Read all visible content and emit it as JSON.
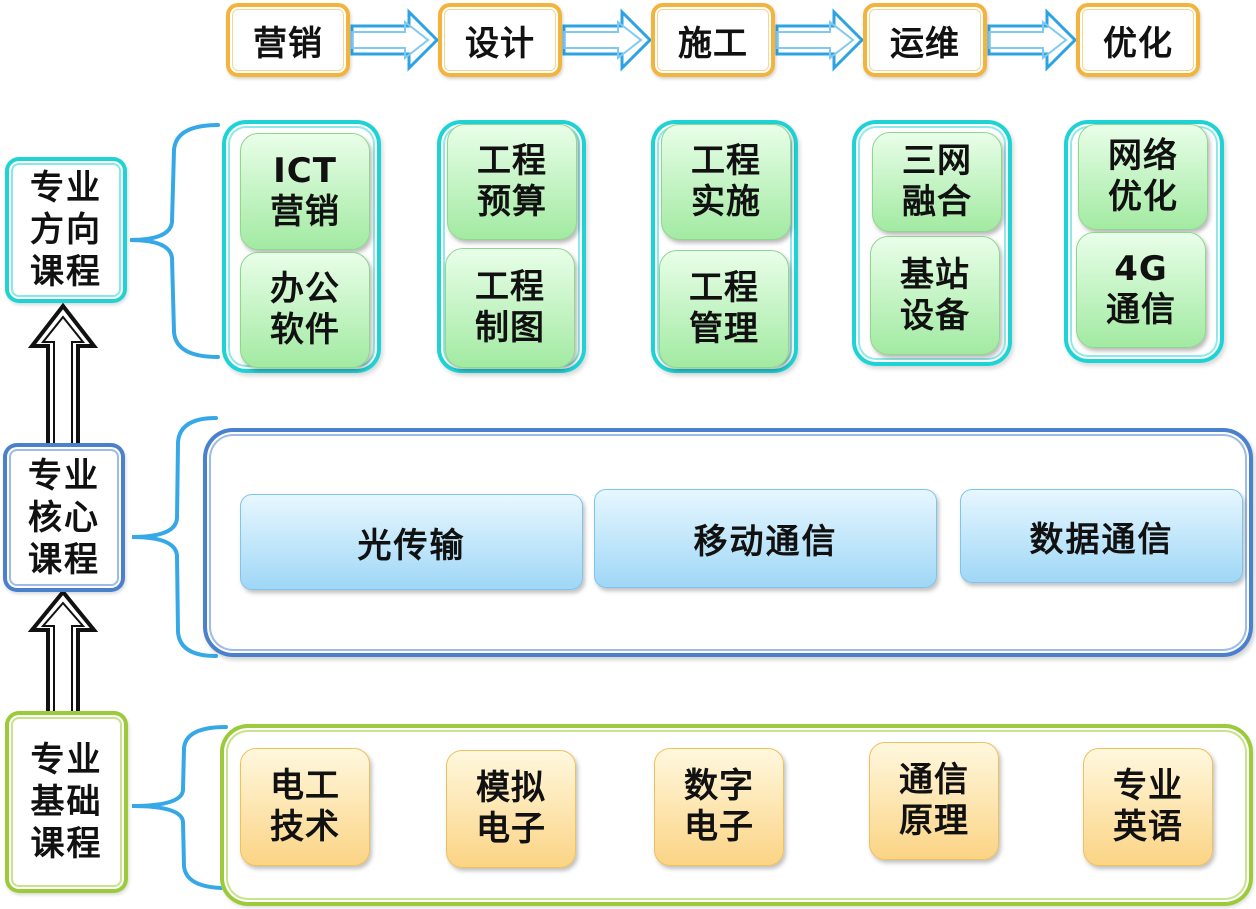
{
  "process_flow": {
    "steps": [
      "营销",
      "设计",
      "施工",
      "运维",
      "优化"
    ]
  },
  "levels": {
    "direction": {
      "title_lines": [
        "专业",
        "方向",
        "课程"
      ],
      "groups": [
        {
          "courses": [
            [
              "ICT",
              "营销"
            ],
            [
              "办公",
              "软件"
            ]
          ]
        },
        {
          "courses": [
            [
              "工程",
              "预算"
            ],
            [
              "工程",
              "制图"
            ]
          ]
        },
        {
          "courses": [
            [
              "工程",
              "实施"
            ],
            [
              "工程",
              "管理"
            ]
          ]
        },
        {
          "courses": [
            [
              "三网",
              "融合"
            ],
            [
              "基站",
              "设备"
            ]
          ]
        },
        {
          "courses": [
            [
              "网络",
              "优化"
            ],
            [
              "4G",
              "通信"
            ]
          ]
        }
      ]
    },
    "core": {
      "title_lines": [
        "专业",
        "核心",
        "课程"
      ],
      "courses": [
        "光传输",
        "移动通信",
        "数据通信"
      ]
    },
    "foundation": {
      "title_lines": [
        "专业",
        "基础",
        "课程"
      ],
      "courses": [
        [
          "电工",
          "技术"
        ],
        [
          "模拟",
          "电子"
        ],
        [
          "数字",
          "电子"
        ],
        [
          "通信",
          "原理"
        ],
        [
          "专业",
          "英语"
        ]
      ]
    }
  },
  "colors": {
    "process_border": "#f2b43c",
    "direction_border": "#1fd3d5",
    "core_border": "#4a80cc",
    "foundation_border": "#9bcb3b",
    "flow_arrow": "#2ea3e4",
    "brace": "#36a8e8",
    "direction_course_fill": "#b6efb6",
    "core_course_fill": "#b4e0f8",
    "foundation_course_fill": "#fde3a6"
  }
}
